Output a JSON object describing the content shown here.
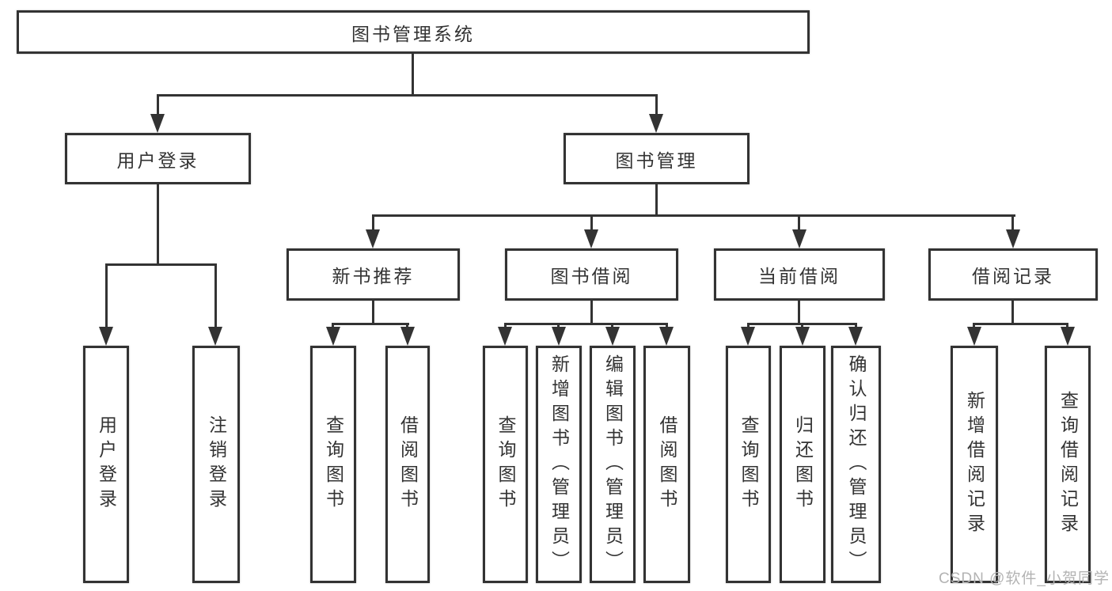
{
  "tree": {
    "root": {
      "label": "图书管理系统"
    },
    "branches": [
      {
        "label": "用户登录",
        "children": [
          {
            "label": "用户登录"
          },
          {
            "label": "注销登录"
          }
        ]
      },
      {
        "label": "图书管理",
        "children": [
          {
            "label": "新书推荐",
            "children": [
              {
                "label": "查询图书"
              },
              {
                "label": "借阅图书"
              }
            ]
          },
          {
            "label": "图书借阅",
            "children": [
              {
                "label": "查询图书"
              },
              {
                "label": "新增图书（管理员）"
              },
              {
                "label": "编辑图书（管理员）"
              },
              {
                "label": "借阅图书"
              }
            ]
          },
          {
            "label": "当前借阅",
            "children": [
              {
                "label": "查询图书"
              },
              {
                "label": "归还图书"
              },
              {
                "label": "确认归还（管理员）"
              }
            ]
          },
          {
            "label": "借阅记录",
            "children": [
              {
                "label": "新增借阅记录"
              },
              {
                "label": "查询借阅记录"
              }
            ]
          }
        ]
      }
    ]
  },
  "watermark": {
    "text": "CSDN @软件_小贺同学",
    "color": "#b3b3b3"
  },
  "colors": {
    "line": "#333333",
    "text": "#333333",
    "background": "#ffffff",
    "box_background": "#ffffff"
  }
}
